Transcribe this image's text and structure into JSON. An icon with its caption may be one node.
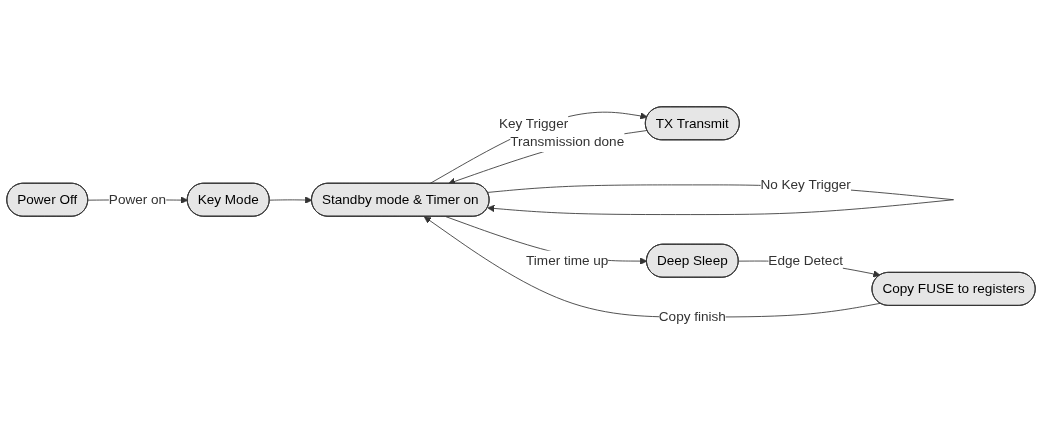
{
  "diagram": {
    "nodes": [
      {
        "text": [
          "Power Off"
        ]
      },
      {
        "text": [
          "Key Mode"
        ]
      },
      {
        "text": [
          "Standby mode & Timer on"
        ]
      },
      {
        "text": [
          "TX Transmit"
        ]
      },
      {
        "text": [
          "Deep Sleep"
        ]
      },
      {
        "text": [
          "Copy FUSE to registers"
        ]
      }
    ],
    "edges": [
      {
        "from": 0,
        "to": 1,
        "arrow": "to",
        "label": "Power on"
      },
      {
        "from": 1,
        "to": 2,
        "arrow": "to"
      },
      {
        "from": 2,
        "to": 3,
        "arrow": "to",
        "label": "Key Trigger"
      },
      {
        "from": 3,
        "to": 2,
        "arrow": "to",
        "label": "Transmission done"
      },
      {
        "from": 2,
        "to": 2,
        "arrow": "to",
        "label": "No Key Trigger"
      },
      {
        "from": 2,
        "to": 4,
        "arrow": "to",
        "label": "Timer time up"
      },
      {
        "from": 4,
        "to": 5,
        "arrow": "to",
        "label": "Edge Detect"
      },
      {
        "from": 5,
        "to": 2,
        "arrow": "to",
        "label": "Copy finish"
      }
    ]
  }
}
